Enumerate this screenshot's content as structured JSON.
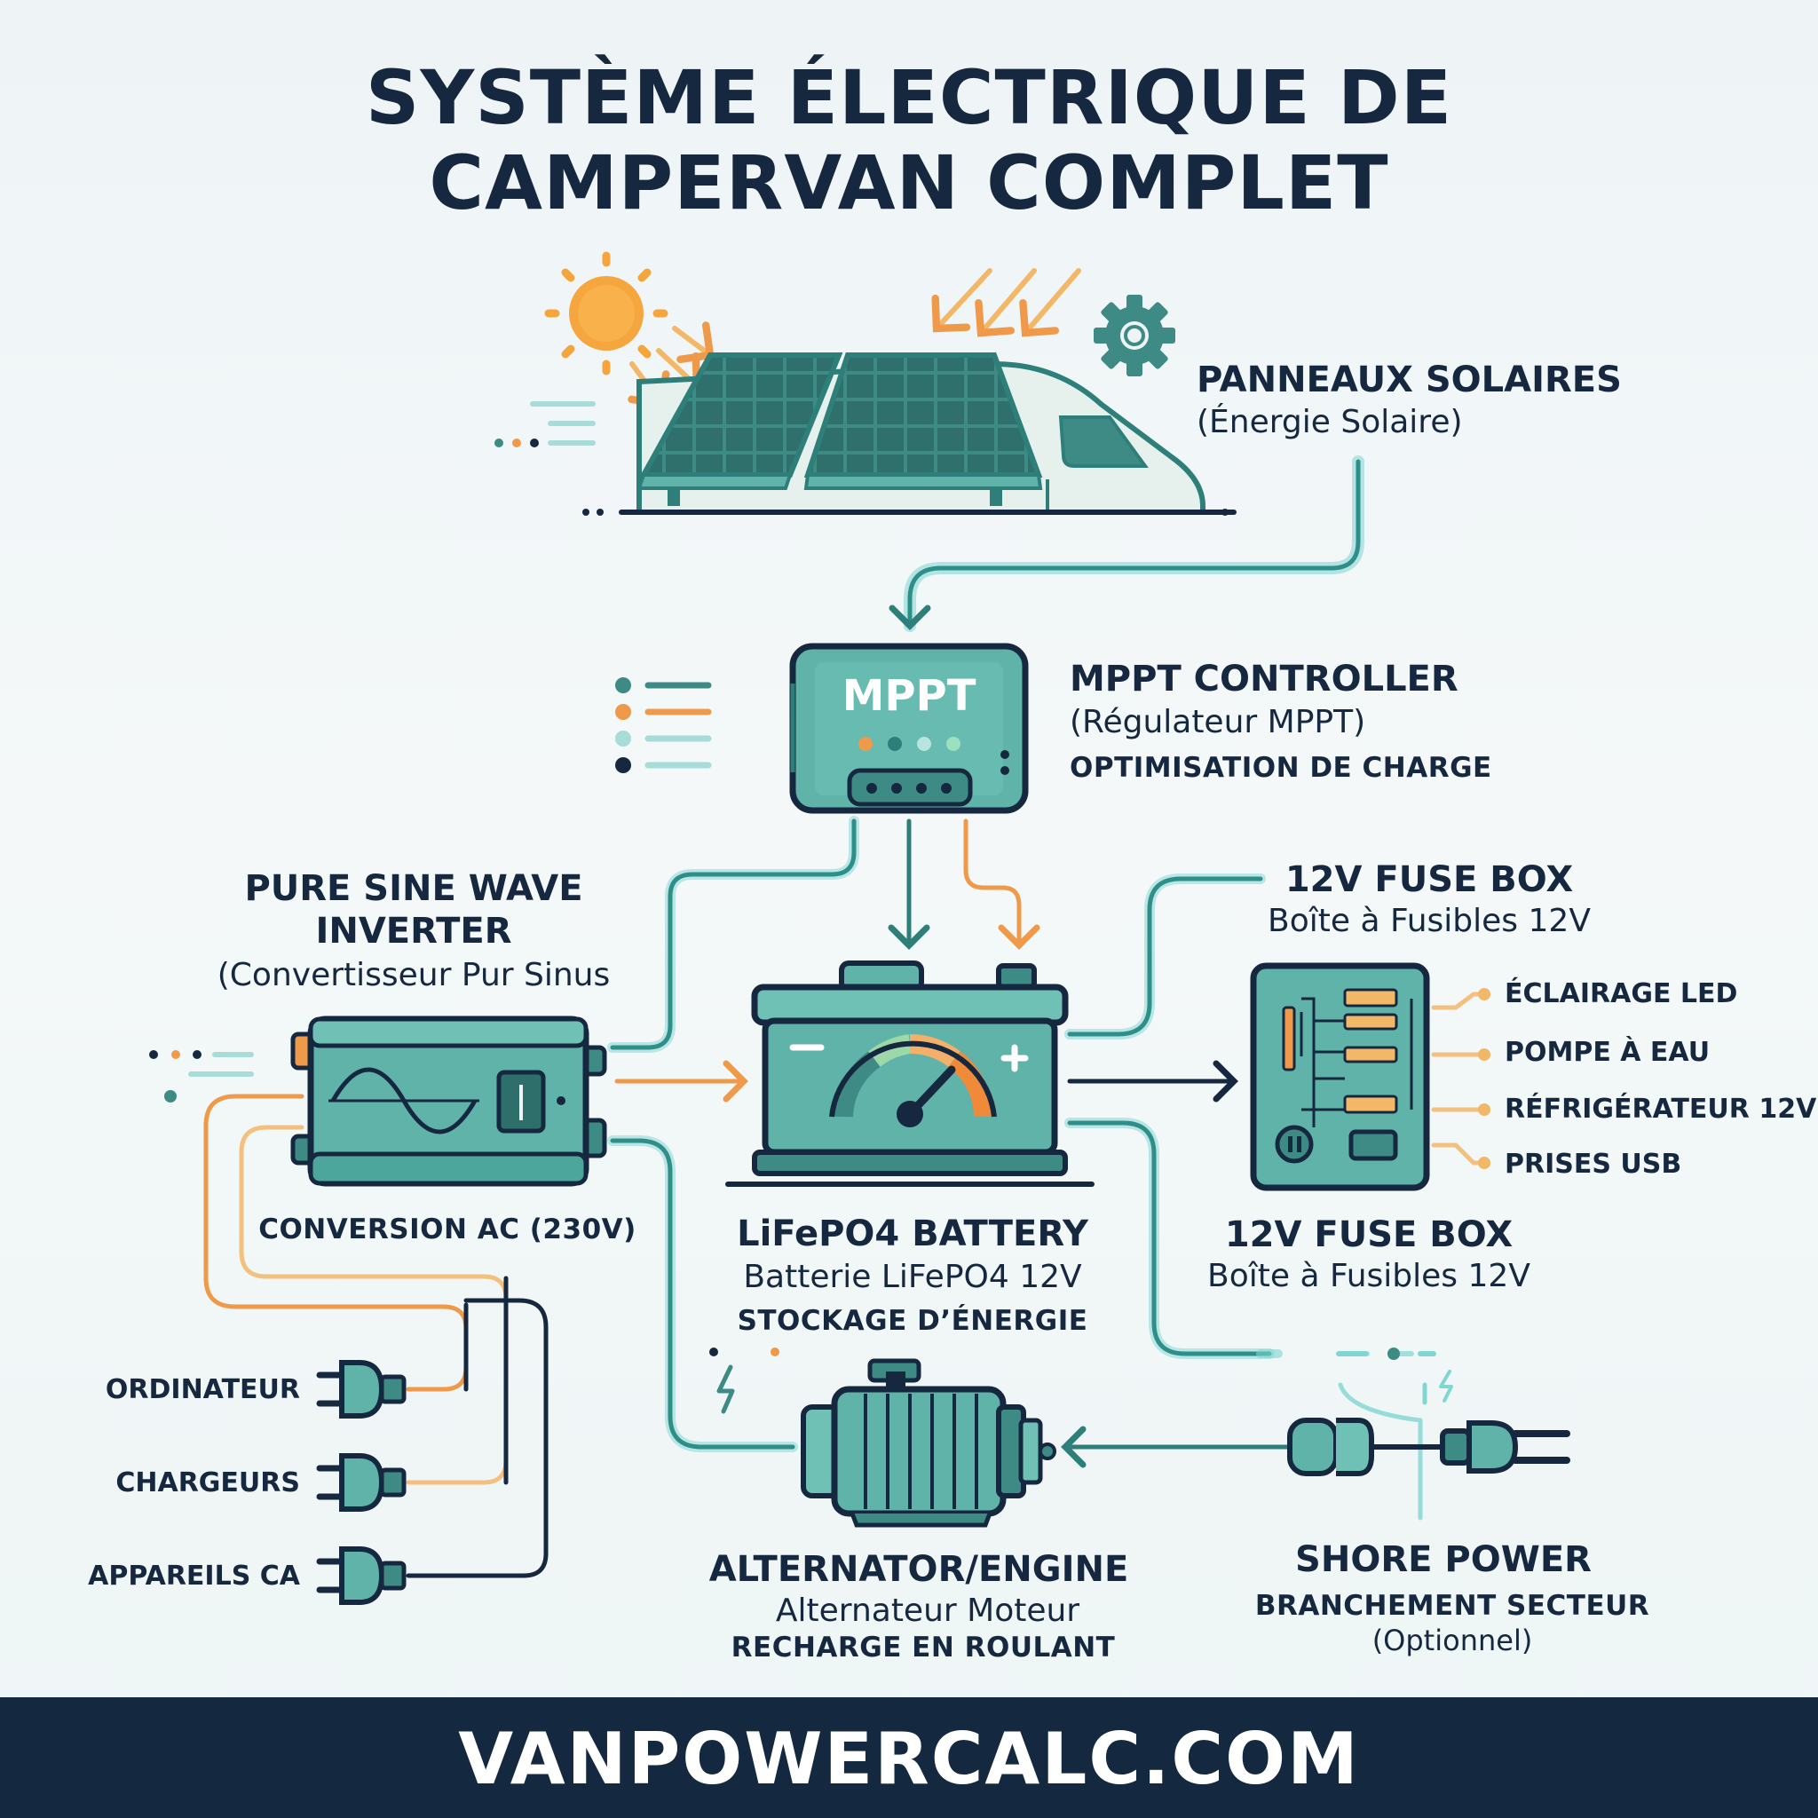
{
  "title": {
    "line1": "SYSTÈME ÉLECTRIQUE DE",
    "line2": "CAMPERVAN COMPLET"
  },
  "solar": {
    "name": "PANNEAUX SOLAIRES",
    "subtitle": "(Énergie Solaire)"
  },
  "mppt": {
    "screen": "MPPT",
    "name": "MPPT CONTROLLER",
    "subtitle": "(Régulateur MPPT)",
    "caption": "OPTIMISATION DE CHARGE"
  },
  "inverter": {
    "name_line1": "PURE SINE WAVE",
    "name_line2": "INVERTER",
    "subtitle": "(Convertisseur Pur Sinus",
    "caption": "CONVERSION AC (230V)"
  },
  "battery": {
    "name": "LiFePO4 BATTERY",
    "subtitle": "Batterie LiFePO4 12V",
    "caption": "STOCKAGE D’ÉNERGIE"
  },
  "fuse_top": {
    "name": "12V FUSE BOX",
    "subtitle": "Boîte à Fusibles 12V"
  },
  "fuse_bottom": {
    "name": "12V FUSE BOX",
    "subtitle": "Boîte à Fusibles 12V"
  },
  "dc_loads": [
    "ÉCLAIRAGE LED",
    "POMPE À EAU",
    "RÉFRIGÉRATEUR 12V",
    "PRISES USB"
  ],
  "ac_loads": [
    "ORDINATEUR",
    "CHARGEURS",
    "APPAREILS CA"
  ],
  "alternator": {
    "name": "ALTERNATOR/ENGINE",
    "subtitle": "Alternateur Moteur",
    "caption": "RECHARGE EN ROULANT"
  },
  "shore": {
    "name": "SHORE POWER",
    "caption": "BRANCHEMENT SECTEUR",
    "subtitle": "(Optionnel)"
  },
  "footer": "VANPOWERCALC.COM",
  "colors": {
    "navy": "#16283f",
    "teal": "#5fb3a8",
    "teal_dark": "#2e7f7a",
    "teal_light": "#7fd6d2",
    "orange": "#ef9a4a",
    "sun": "#f5a53c"
  },
  "icons": [
    "sun-icon",
    "gear-icon",
    "solar-panel-icon",
    "van-icon",
    "mppt-controller-icon",
    "battery-icon",
    "gauge-icon",
    "inverter-icon",
    "sine-wave-icon",
    "fuse-box-icon",
    "alternator-icon",
    "shore-plug-icon",
    "ac-plug-icon",
    "lightning-icon"
  ]
}
